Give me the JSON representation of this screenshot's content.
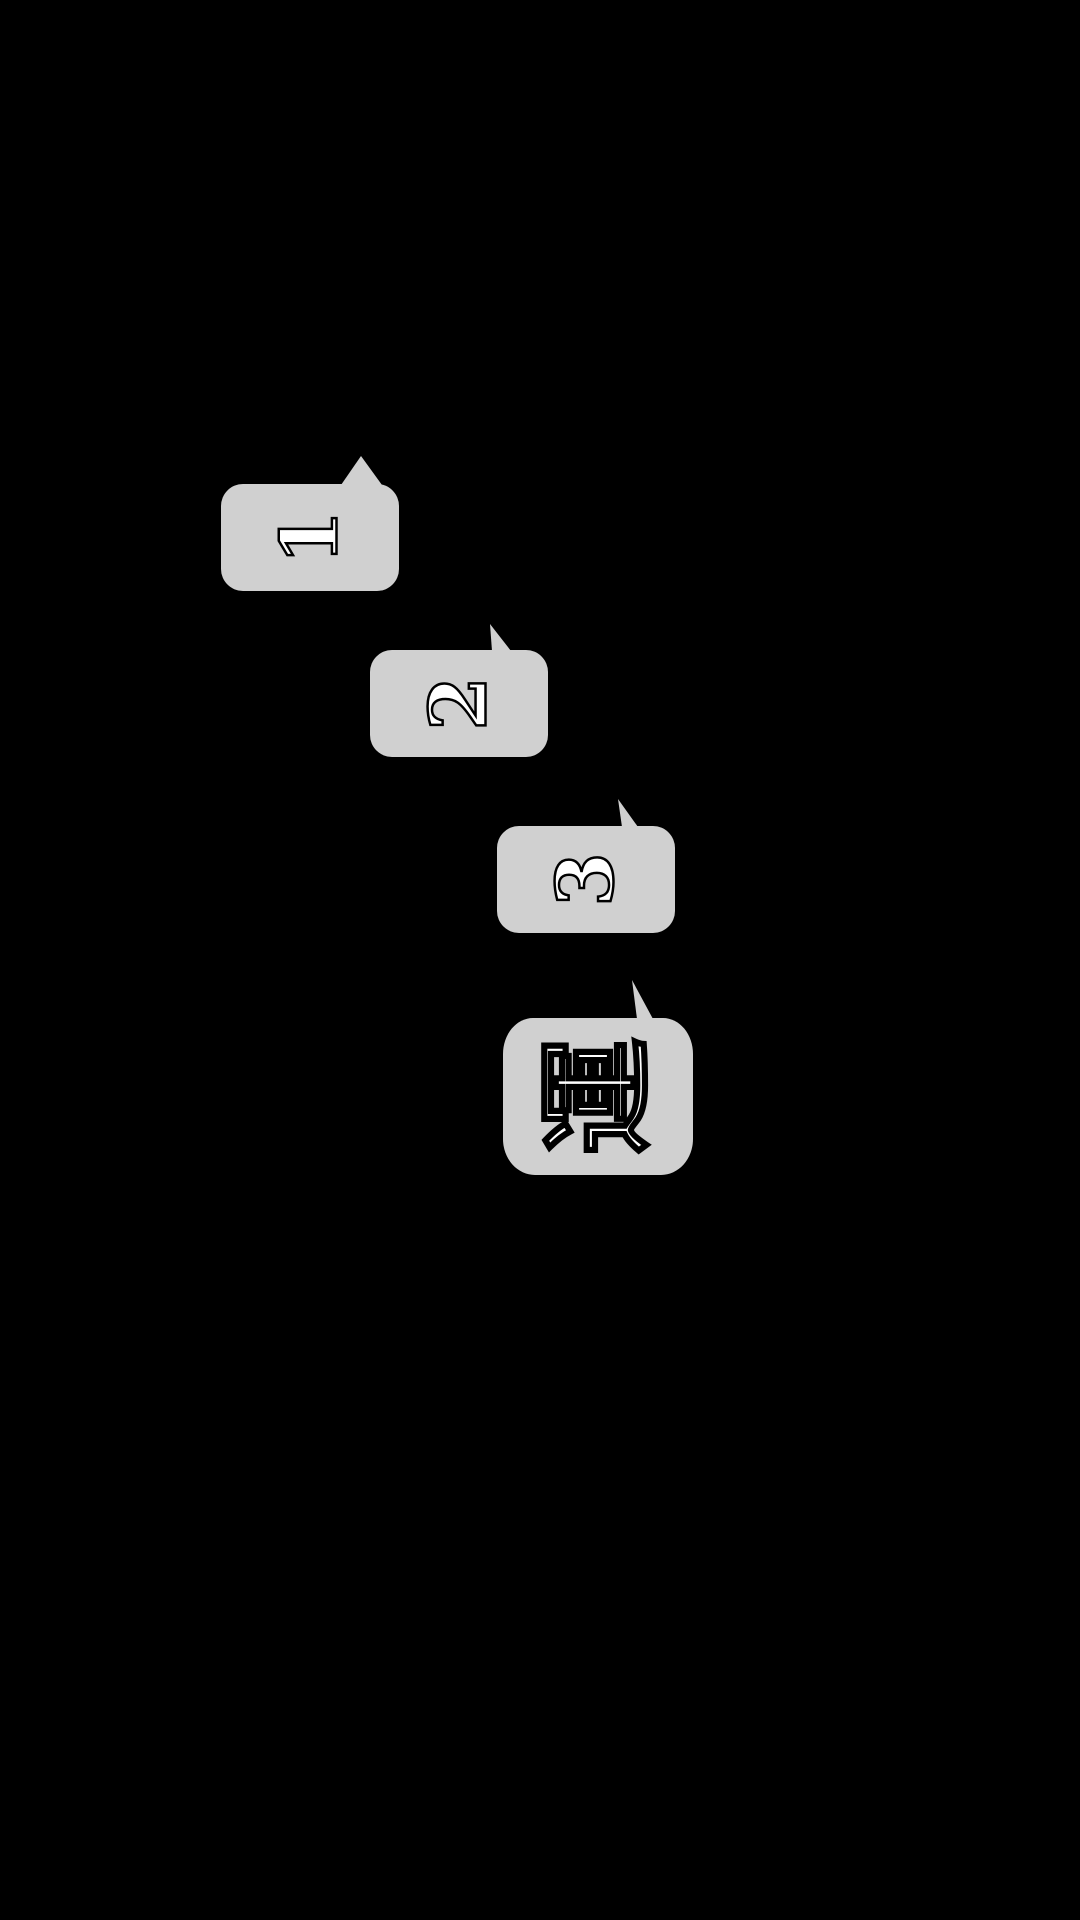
{
  "background_color": "#000000",
  "bubble_color": "#d0d0d0",
  "bubbles": [
    {
      "label": "1"
    },
    {
      "label": "2"
    },
    {
      "label": "3"
    },
    {
      "label": "運"
    }
  ]
}
